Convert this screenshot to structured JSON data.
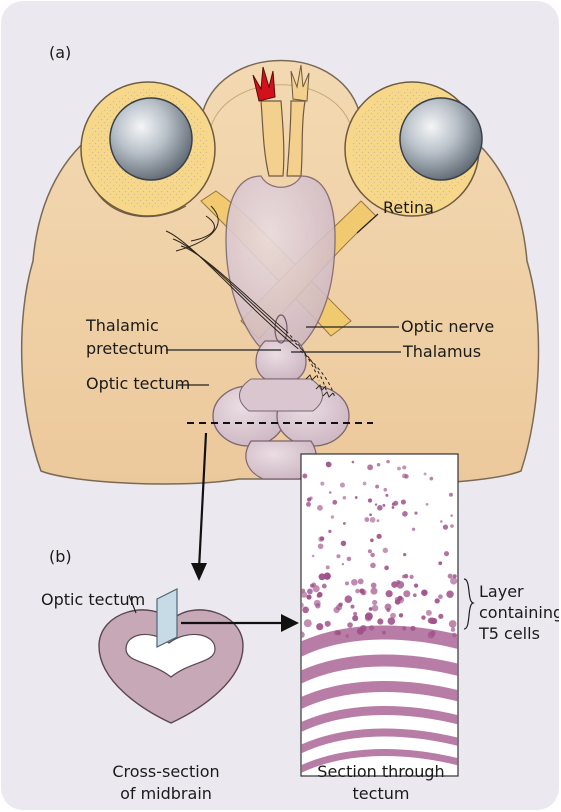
{
  "panel_a": {
    "letter": "(a)",
    "labels": {
      "retina": "Retina",
      "thalamic_pretectum_line1": "Thalamic",
      "thalamic_pretectum_line2": "pretectum",
      "optic_tectum": "Optic tectum",
      "optic_nerve": "Optic nerve",
      "thalamus": "Thalamus"
    }
  },
  "panel_b": {
    "letter": "(b)",
    "labels": {
      "optic_tectum": "Optic tectum",
      "layer_line1": "Layer",
      "layer_line2": "containing",
      "layer_line3": "T5 cells",
      "cross_section_line1": "Cross-section",
      "cross_section_line2": "of midbrain",
      "section_line1": "Section through",
      "section_line2": "tectum"
    }
  },
  "colors": {
    "panel_bg": "#ebe9ef",
    "head_skin": "#f0d2a6",
    "eye_yellow": "#f7d88a",
    "brain": "#d9c6cf",
    "optic_tract": "#f2c96a",
    "stain": "#a0528a",
    "nostril_red": "#d3111c"
  }
}
